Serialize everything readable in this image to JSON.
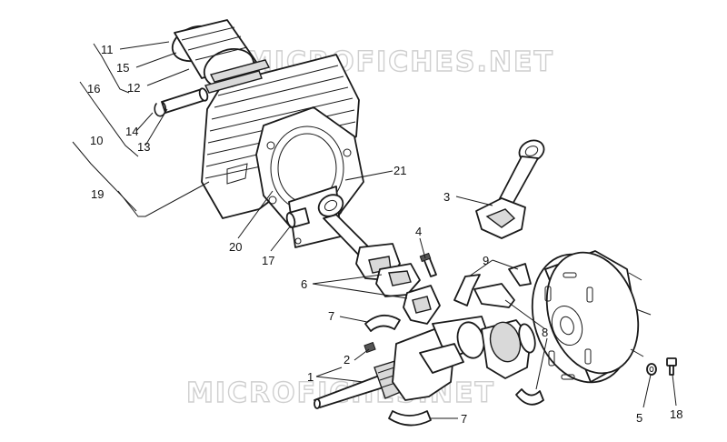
{
  "watermark": {
    "top": "MICROFICHES.NET",
    "bottom": "MICROFICHES.NET"
  },
  "callouts": {
    "c1": "1",
    "c2": "2",
    "c3": "3",
    "c4": "4",
    "c5": "5",
    "c6": "6",
    "c7a": "7",
    "c7b": "7",
    "c8": "8",
    "c9": "9",
    "c10": "10",
    "c11": "11",
    "c12": "12",
    "c13": "13",
    "c14": "14",
    "c15": "15",
    "c16": "16",
    "c17": "17",
    "c18": "18",
    "c19": "19",
    "c20": "20",
    "c21": "21"
  }
}
